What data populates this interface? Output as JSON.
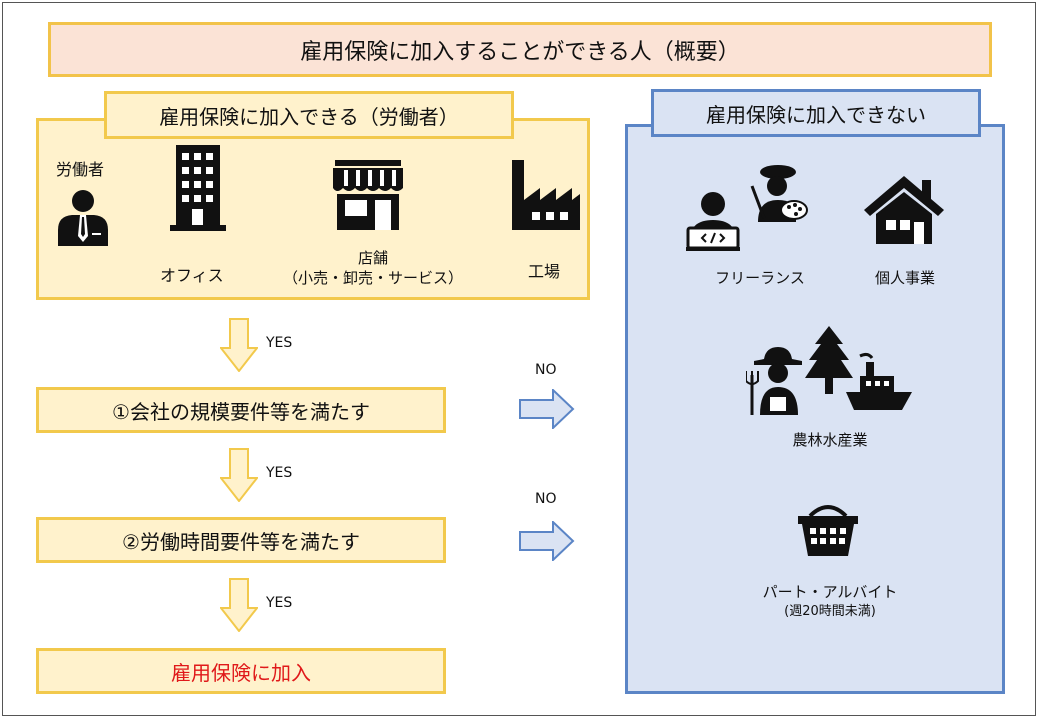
{
  "title": "雇用保険に加入することができる人（概要）",
  "left": {
    "label": "雇用保険に加入できる（労働者）",
    "worker": "労働者",
    "office": "オフィス",
    "store_line1": "店舗",
    "store_line2": "（小売・卸売・サービス）",
    "factory": "工場"
  },
  "right": {
    "label": "雇用保険に加入できない",
    "freelance": "フリーランス",
    "sole_proprietor": "個人事業",
    "agri": "農林水産業",
    "part_time": "パート・アルバイト",
    "part_time_note": "(週20時間未満)"
  },
  "flow": {
    "yes1": "YES",
    "step1": "①会社の規模要件等を満たす",
    "no1": "NO",
    "yes2": "YES",
    "step2": "②労働時間要件等を満たす",
    "no2": "NO",
    "yes3": "YES",
    "result": "雇用保険に加入",
    "result_color": "#e0191a"
  },
  "colors": {
    "accent_yellow": "#f2c94c",
    "fill_yellow": "#fff2cc",
    "accent_blue": "#5b85c6",
    "fill_blue": "#dae3f3",
    "title_fill": "#fbe3d6"
  },
  "icons": [
    "person-icon",
    "building-icon",
    "store-icon",
    "factory-icon",
    "programmer-icon",
    "painter-icon",
    "house-icon",
    "farmer-icon",
    "tree-icon",
    "ship-icon",
    "basket-icon",
    "down-arrow-icon",
    "right-arrow-icon"
  ]
}
